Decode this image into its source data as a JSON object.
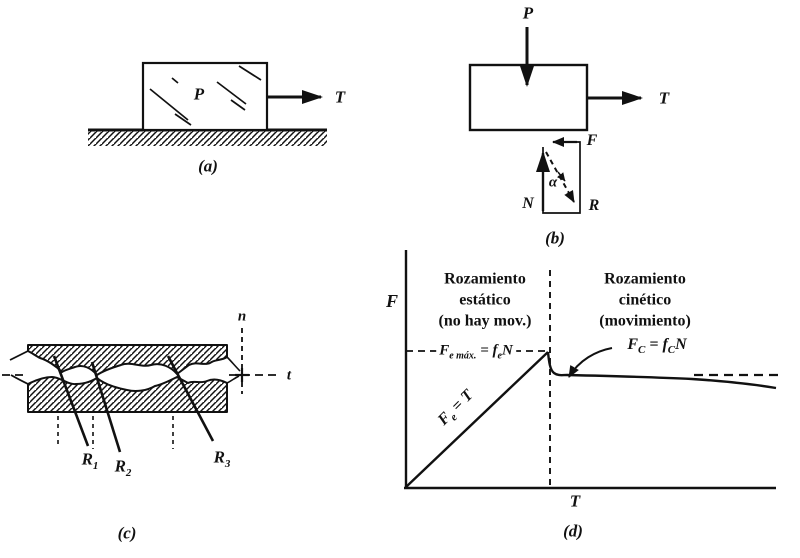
{
  "colors": {
    "ink": "#111111",
    "paper": "#ffffff"
  },
  "fig_a": {
    "caption": "(a)",
    "block_label": "P",
    "pull_label": "T"
  },
  "fig_b": {
    "caption": "(b)",
    "weight_label": "P",
    "pull_label": "T",
    "friction_label": "F",
    "normal_label": "N",
    "reaction_label": "R",
    "angle_label": "α"
  },
  "fig_c": {
    "caption": "(c)",
    "normal_axis": "n",
    "tangent_axis": "t",
    "reactions": [
      {
        "base": "R",
        "sub": "1"
      },
      {
        "base": "R",
        "sub": "2"
      },
      {
        "base": "R",
        "sub": "3"
      }
    ]
  },
  "fig_d": {
    "caption": "(d)",
    "y_axis": "F",
    "x_axis": "T",
    "static_lines": [
      "Rozamiento",
      "estático",
      "(no hay mov.)"
    ],
    "kinetic_lines": [
      "Rozamiento",
      "cinético",
      "(movimiento)"
    ],
    "static_max": {
      "base": "F",
      "base_sub": "e máx.",
      "eq": " = ",
      "coef": "f",
      "coef_sub": "e",
      "tail": "N"
    },
    "kinetic_eq": {
      "base": "F",
      "base_sub": "C",
      "eq": " = ",
      "coef": "f",
      "coef_sub": "C",
      "tail": "N"
    },
    "static_line_eq": {
      "base": "F",
      "base_sub": "e",
      "eq": " = T"
    }
  },
  "chart_data": {
    "type": "line",
    "title": "",
    "xlabel": "T",
    "ylabel": "F",
    "axis_numbers_shown": false,
    "regions": [
      {
        "label": "Rozamiento estático (no hay mov.)",
        "range": "origin to slip point"
      },
      {
        "label": "Rozamiento cinético (movimiento)",
        "range": "after slip point"
      }
    ],
    "series": [
      {
        "name": "Fe = T (static, 45° line)",
        "x": [
          0,
          1.0
        ],
        "y": [
          0,
          1.0
        ]
      },
      {
        "name": "kinetic friction",
        "x": [
          1.0,
          1.06,
          1.6,
          2.6
        ],
        "y": [
          1.0,
          0.83,
          0.81,
          0.73
        ]
      }
    ],
    "reference_lines": [
      {
        "label": "Fe máx. = feN",
        "type": "dashed horizontal at peak",
        "y": 1.0
      },
      {
        "label": "FC = fCN",
        "type": "dashed horizontal at kinetic level",
        "y": 0.83
      }
    ],
    "annotations": [
      "Fe = T along rising line",
      "curved arrow from FC = fCN to curve"
    ]
  }
}
